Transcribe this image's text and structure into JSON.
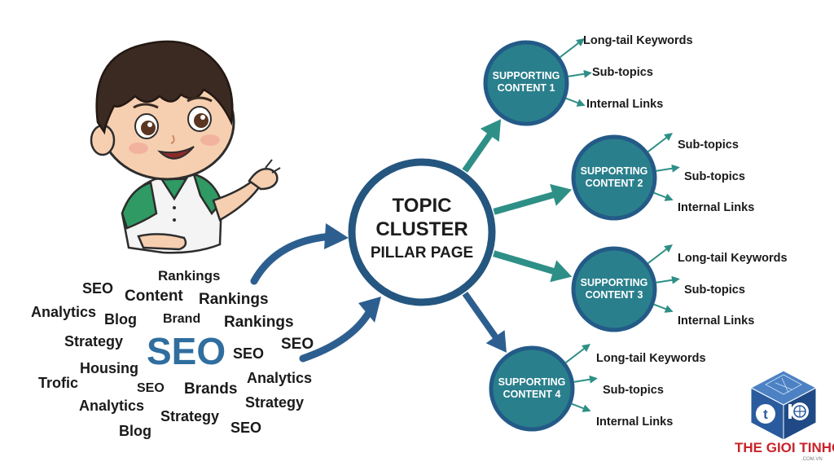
{
  "pillar": {
    "lines": [
      "TOPIC",
      "CLUSTER",
      "PILLAR PAGE"
    ]
  },
  "supporting": [
    {
      "label_lines": [
        "SUPPORTING",
        "CONTENT 1"
      ],
      "branches": [
        "Long-tail Keywords",
        "Sub-topics",
        "Internal Links"
      ]
    },
    {
      "label_lines": [
        "SUPPORTING",
        "CONTENT 2"
      ],
      "branches": [
        "Sub-topics",
        "Sub-topics",
        "Internal Links"
      ]
    },
    {
      "label_lines": [
        "SUPPORTING",
        "CONTENT 3"
      ],
      "branches": [
        "Long-tail Keywords",
        "Sub-topics",
        "Internal Links"
      ]
    },
    {
      "label_lines": [
        "SUPPORTING",
        "CONTENT 4"
      ],
      "branches": [
        "Long-tail Keywords",
        "Sub-topics",
        "Internal Links"
      ]
    }
  ],
  "word_cloud": {
    "main": "SEO",
    "words": [
      "Rankings",
      "SEO",
      "Content",
      "Rankings",
      "Analytics",
      "Blog",
      "Brand",
      "Rankings",
      "Strategy",
      "SEO",
      "SEO",
      "Housing",
      "Trofic",
      "SEO",
      "Brands",
      "Analytics",
      "Analytics",
      "Strategy",
      "Blog",
      "Strategy",
      "SEO"
    ]
  },
  "brand": {
    "name": "THE GIOI TINHOC",
    "domain": ".COM.VN",
    "logo_icon": "cube-logo-icon"
  },
  "illustration": {
    "icon": "cartoon-boy-icon"
  },
  "colors": {
    "node_fill": "#2a7f8c",
    "node_ring": "#235a87",
    "arrow_teal": "#2e8f86",
    "arrow_blue": "#2c5f8f",
    "pillar_ring": "#24567f",
    "seo_word": "#2f6e9f",
    "brand_red": "#c8242b",
    "cube_blue": "#2a5b9e"
  }
}
